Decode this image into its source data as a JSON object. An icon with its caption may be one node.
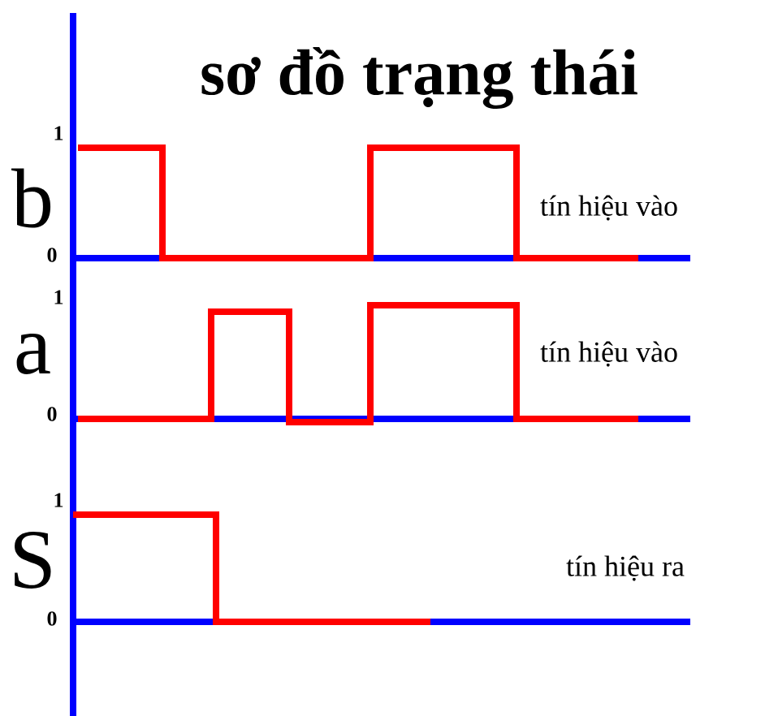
{
  "diagram": {
    "title": "sơ đồ trạng thái",
    "labels": [
      "1",
      "b",
      "tín hiệu vào",
      "0",
      "1",
      "a",
      "tín hiệu vào",
      "0",
      "1",
      "S",
      "tín hiệu ra",
      "0"
    ]
  }
}
